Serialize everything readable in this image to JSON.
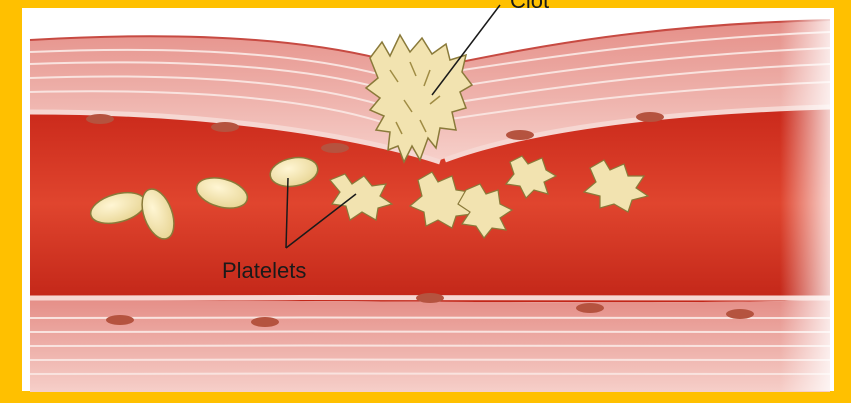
{
  "labels": {
    "clot": "Clot",
    "platelets": "Platelets"
  },
  "colors": {
    "background": "#FFC000",
    "lumen": "#D9321F",
    "wall_pink": "#F2B9B3",
    "wall_dark": "#C74A42",
    "platelet_fill": "#F2E3B0",
    "platelet_stroke": "#8A7A3A",
    "endothelial_nucleus": "#B5533F"
  },
  "icons": [
    "blood-vessel",
    "clot",
    "platelet",
    "activated-platelet"
  ]
}
